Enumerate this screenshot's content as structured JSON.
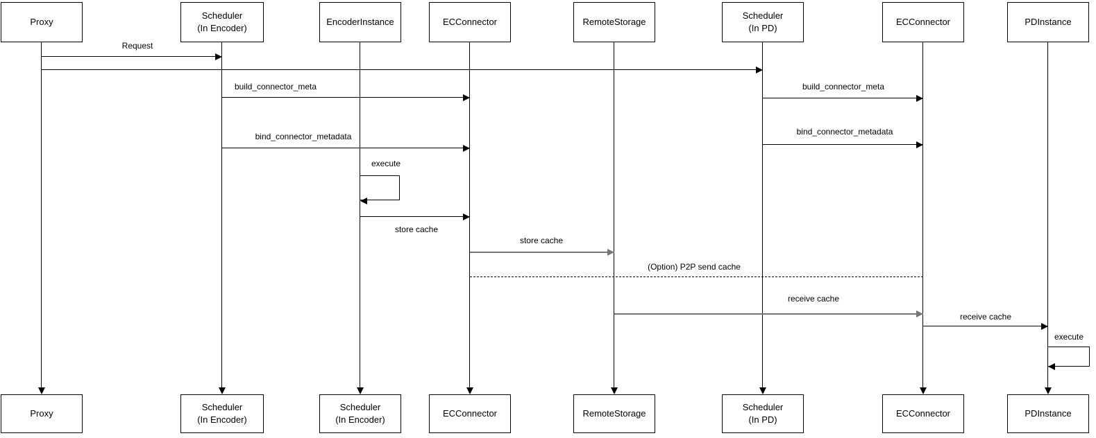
{
  "diagram_type": "uml-sequence-diagram",
  "colors": {
    "background": "#ffffff",
    "line": "#000000",
    "gray_line": "#757575",
    "box_fill": "#ffffff",
    "box_border": "#000000",
    "text": "#000000"
  },
  "participants_top": [
    {
      "lines": [
        "Proxy"
      ]
    },
    {
      "lines": [
        "Scheduler",
        "(In Encoder)"
      ]
    },
    {
      "lines": [
        "EncoderInstance"
      ]
    },
    {
      "lines": [
        "ECConnector"
      ]
    },
    {
      "lines": [
        "RemoteStorage"
      ]
    },
    {
      "lines": [
        "Scheduler",
        "(In PD)"
      ]
    },
    {
      "lines": [
        "ECConnector"
      ]
    },
    {
      "lines": [
        "PDInstance"
      ]
    }
  ],
  "participants_bottom": [
    {
      "lines": [
        "Proxy"
      ]
    },
    {
      "lines": [
        "Scheduler",
        "(In Encoder)"
      ]
    },
    {
      "lines": [
        "Scheduler",
        "(In Encoder)"
      ]
    },
    {
      "lines": [
        "ECConnector"
      ]
    },
    {
      "lines": [
        "RemoteStorage"
      ]
    },
    {
      "lines": [
        "Scheduler",
        "(In PD)"
      ]
    },
    {
      "lines": [
        "ECConnector"
      ]
    },
    {
      "lines": [
        "PDInstance"
      ]
    }
  ],
  "messages": {
    "request": "Request",
    "build_connector_meta_left": "build_connector_meta",
    "build_connector_meta_right": "build_connector_meta",
    "bind_connector_metadata_left": "bind_connector_metadata",
    "bind_connector_metadata_right": "bind_connector_metadata",
    "execute_encoder": "execute",
    "store_cache_1": "store cache",
    "store_cache_2": "store cache",
    "p2p_send_cache": "(Option) P2P send cache",
    "receive_cache_1": "receive cache",
    "receive_cache_2": "receive cache",
    "execute_pd": "execute"
  }
}
